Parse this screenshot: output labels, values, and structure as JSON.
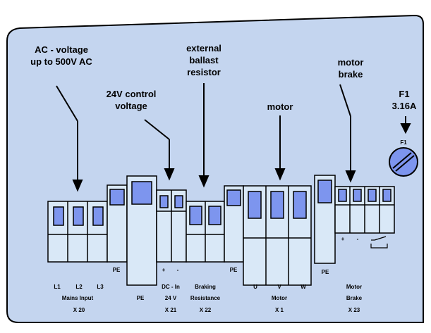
{
  "colors": {
    "panel": "#c4d5ef",
    "block_fill": "#d9e8f7",
    "window_fill": "#7d95ee",
    "outline": "#000000"
  },
  "callouts": {
    "ac_voltage": [
      "AC - voltage",
      "up to 500V AC"
    ],
    "control_24v": [
      "24V control",
      "voltage"
    ],
    "ballast": [
      "external",
      "ballast",
      "resistor"
    ],
    "motor": [
      "motor"
    ],
    "motor_brake": [
      "motor",
      "brake"
    ],
    "fuse": [
      "F1",
      "3.16A"
    ]
  },
  "fuse_label": "F1",
  "brake_symbols": {
    "plus": "+",
    "minus": "-"
  },
  "pe_labels": [
    "PE",
    "PE",
    "PE"
  ],
  "mains": {
    "pins": [
      "L1",
      "L2",
      "L3"
    ],
    "name": "Mains Input",
    "conn": "X 20"
  },
  "pe_col": {
    "label": "PE"
  },
  "dc_in": {
    "plus": "+",
    "minus": "-",
    "name1": "DC - In",
    "name2": "24 V",
    "conn": "X 21"
  },
  "braking": {
    "name1": "Braking",
    "name2": "Resistance",
    "conn": "X 22"
  },
  "motor": {
    "pins": [
      "U",
      "V",
      "W"
    ],
    "name": "Motor",
    "conn": "X 1"
  },
  "brake": {
    "name1": "Motor",
    "name2": "Brake",
    "conn": "X 23"
  }
}
